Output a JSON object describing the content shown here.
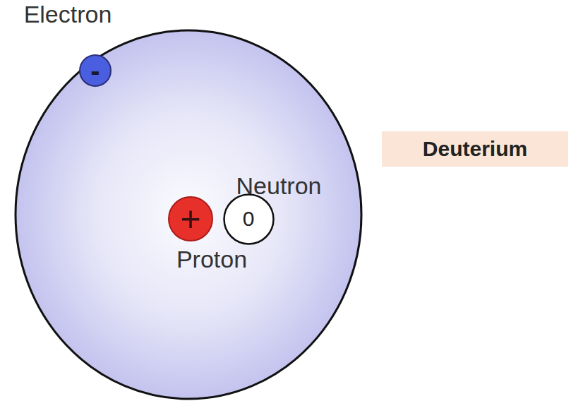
{
  "diagram": {
    "nodes": [
      {
        "text": [
          "Electron",
          "-"
        ]
      },
      {
        "text": [
          "Deuterium"
        ]
      },
      {
        "text": [
          "Neutron",
          "0"
        ]
      },
      {
        "text": [
          "+",
          "Proton"
        ]
      }
    ]
  }
}
